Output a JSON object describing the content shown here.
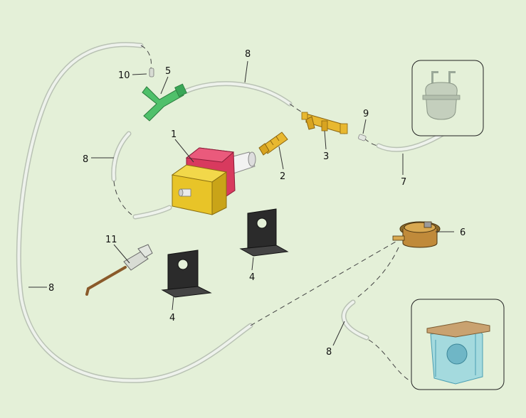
{
  "labels": {
    "pump": "1",
    "pump_fitting": "2",
    "brackets": "4",
    "tee_fitting": "3",
    "y_connector": "5",
    "flowmeter": "6",
    "inlet_tube": "7",
    "tube": "8",
    "small_fitting": "9",
    "clip_pin": "10",
    "sensor_probe": "11"
  },
  "colors": {
    "background": "#e4f0d8",
    "tube": "#e8eee6",
    "pump_red": "#d83a5e",
    "pump_yellow": "#e8c428",
    "brass": "#e8b830",
    "green_connector": "#4fc06a",
    "bracket": "#2b2b2b",
    "tank": "#8fd3e0"
  }
}
